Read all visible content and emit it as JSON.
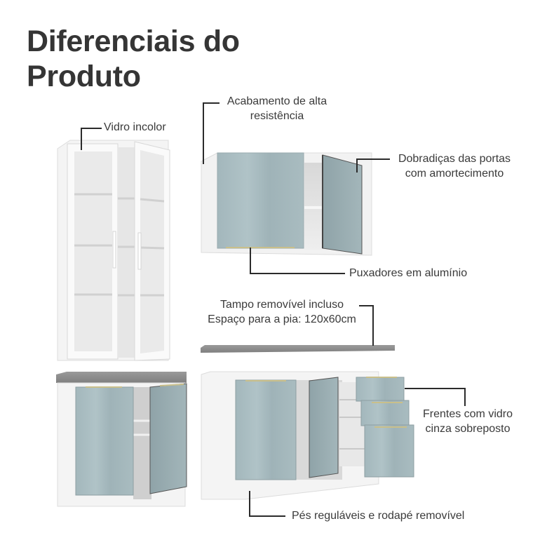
{
  "page": {
    "title_line1": "Diferenciais do",
    "title_line2": "Produto"
  },
  "callouts": {
    "vidro": "Vidro incolor",
    "acabamento_line1": "Acabamento de alta",
    "acabamento_line2": "resistência",
    "dobradicas_line1": "Dobradiças das portas",
    "dobradicas_line2": "com amortecimento",
    "puxadores": "Puxadores em alumínio",
    "tampo_line1": "Tampo removível incluso",
    "tampo_line2": "Espaço para a pia: 120x60cm",
    "frentes_line1": "Frentes com vidro",
    "frentes_line2": "cinza sobreposto",
    "pes": "Pés reguláveis e rodapé removível"
  },
  "colors": {
    "glass_front": "#9fb4b9",
    "cabinet_white": "#f2f2f2",
    "countertop": "#8a8a8a",
    "text": "#3a3a3a",
    "title": "#353535"
  }
}
